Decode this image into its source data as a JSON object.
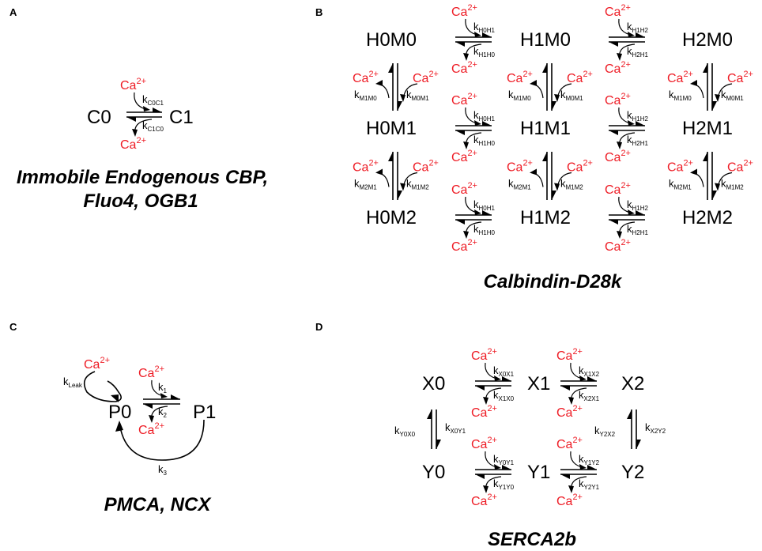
{
  "panels": {
    "A": {
      "label": "A",
      "title": [
        "Immobile Endogenous CBP,",
        "Fluo4, OGB1"
      ],
      "states": [
        "C0",
        "C1"
      ],
      "ion": "Ca",
      "ion_sup": "2+",
      "k_fwd": {
        "k": "k",
        "sub": "C0C1"
      },
      "k_rev": {
        "k": "k",
        "sub": "C1C0"
      }
    },
    "B": {
      "label": "B",
      "title": "Calbindin-D28k",
      "states": [
        [
          "H0M0",
          "H1M0",
          "H2M0"
        ],
        [
          "H0M1",
          "H1M1",
          "H2M1"
        ],
        [
          "H0M2",
          "H1M2",
          "H2M2"
        ]
      ],
      "ion": "Ca",
      "ion_sup": "2+",
      "k_h": [
        {
          "fwd": "H0H1",
          "rev": "H1H0"
        },
        {
          "fwd": "H1H2",
          "rev": "H2H1"
        }
      ],
      "k_m": [
        {
          "fwd": "M0M1",
          "rev": "M1M0"
        },
        {
          "fwd": "M1M2",
          "rev": "M2M1"
        }
      ]
    },
    "C": {
      "label": "C",
      "title": "PMCA, NCX",
      "states": [
        "P0",
        "P1"
      ],
      "ion": "Ca",
      "ion_sup": "2+",
      "k_leak": {
        "k": "k",
        "sub": "Leak"
      },
      "k1": {
        "k": "k",
        "sub": "1"
      },
      "k2": {
        "k": "k",
        "sub": "2"
      },
      "k3": {
        "k": "k",
        "sub": "3"
      }
    },
    "D": {
      "label": "D",
      "title": "SERCA2b",
      "states": [
        [
          "X0",
          "X1",
          "X2"
        ],
        [
          "Y0",
          "Y1",
          "Y2"
        ]
      ],
      "ion": "Ca",
      "ion_sup": "2+",
      "k_x": [
        {
          "fwd": "X0X1",
          "rev": "X1X0"
        },
        {
          "fwd": "X1X2",
          "rev": "X2X1"
        }
      ],
      "k_y": [
        {
          "fwd": "Y0Y1",
          "rev": "Y1Y0"
        },
        {
          "fwd": "Y1Y2",
          "rev": "Y2Y1"
        }
      ],
      "k_vert_left": {
        "down": "Y0X0",
        "up": "X0Y1"
      },
      "k_vert_right": {
        "down": "Y2X2",
        "up": "X2Y2"
      }
    }
  }
}
